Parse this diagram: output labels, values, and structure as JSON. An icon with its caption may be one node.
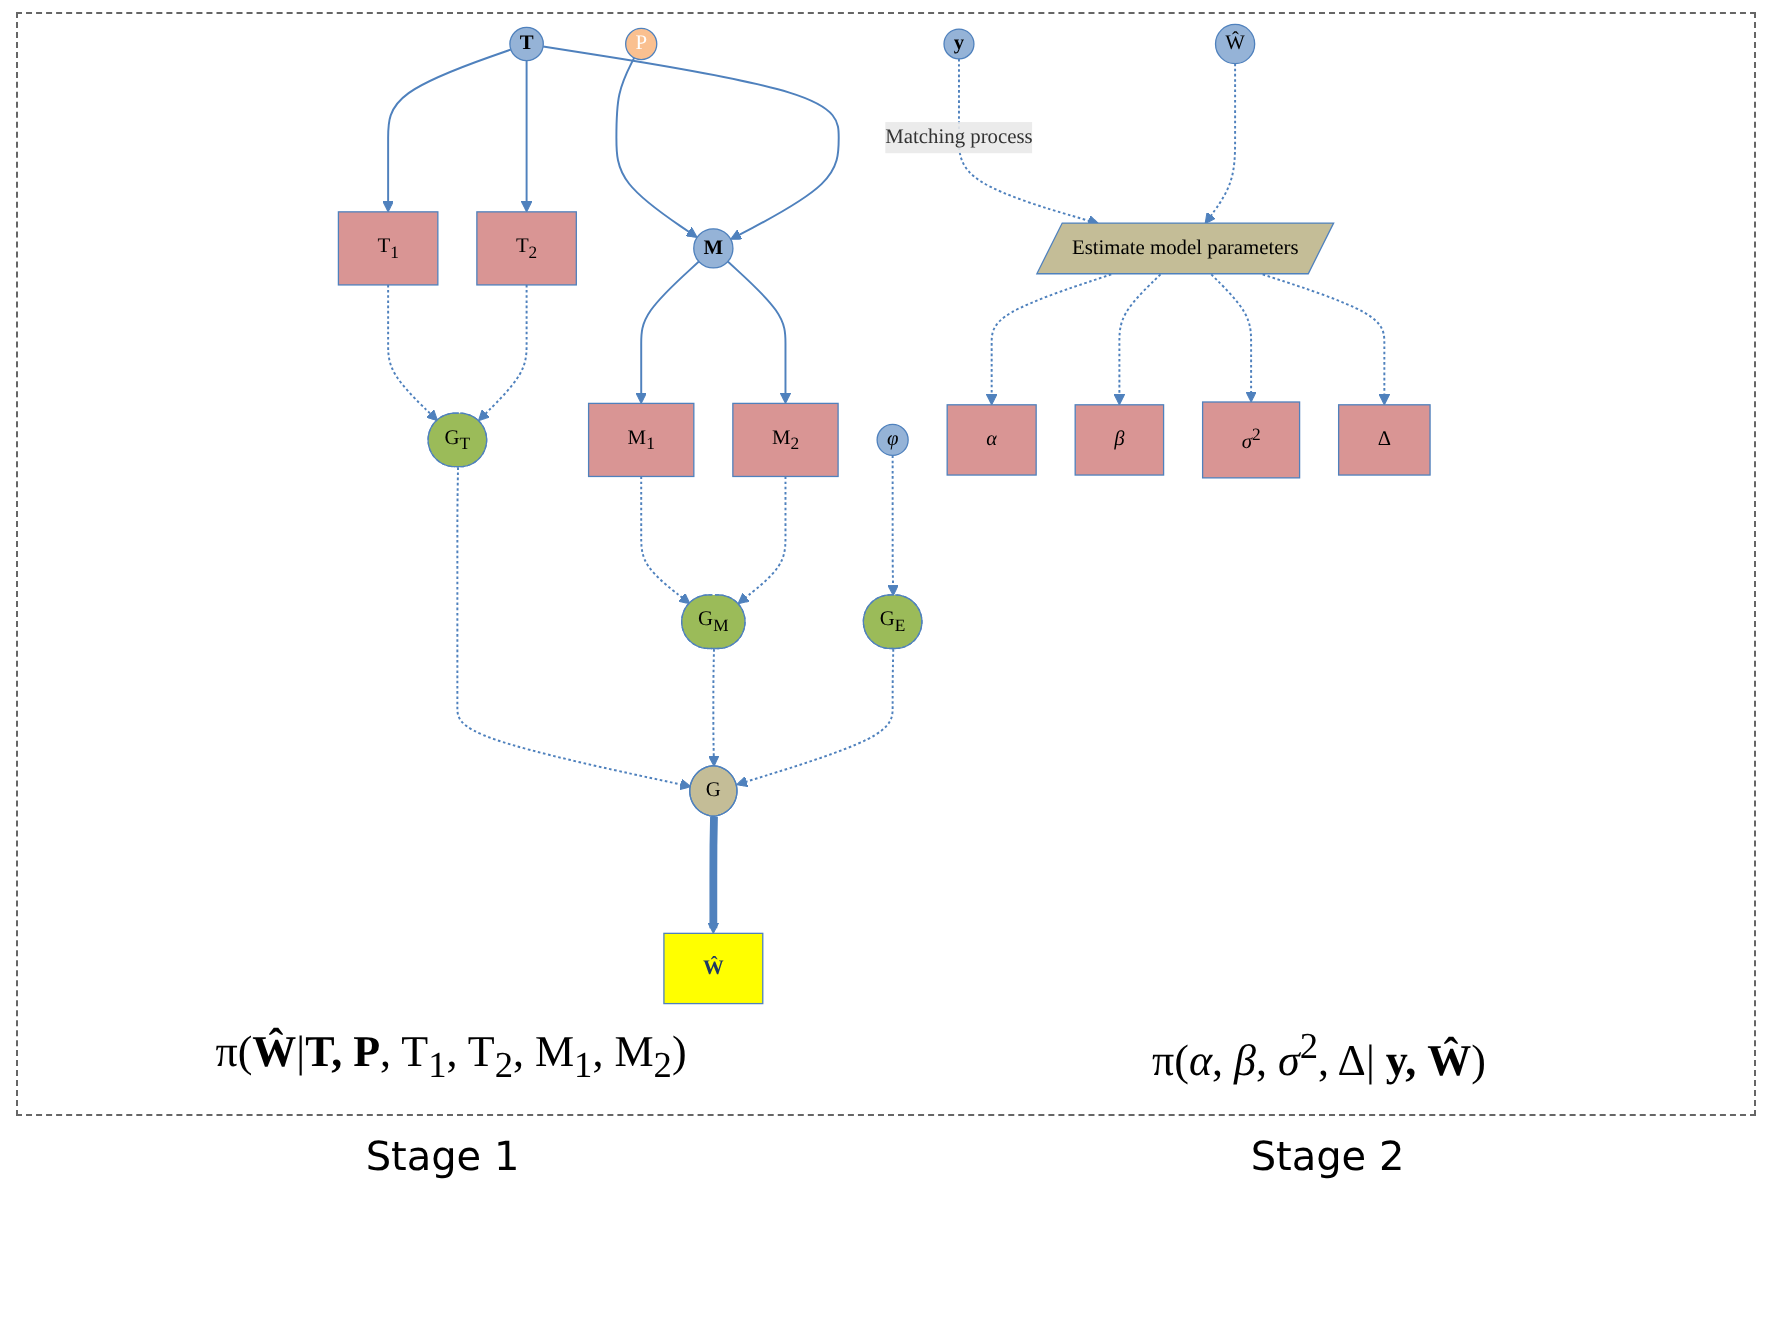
{
  "diagram": {
    "nodes": [
      {
        "text": [
          "P"
        ]
      },
      {
        "text": [
          "**T**"
        ]
      },
      {
        "text": [
          "**M**"
        ]
      },
      {
        "text": [
          "*φ*"
        ]
      },
      {
        "text": [
          "T$_{1}$"
        ]
      },
      {
        "text": [
          "T$_{2}$"
        ]
      },
      {
        "text": [
          "M$_{1}$"
        ]
      },
      {
        "text": [
          "M$_{2}$"
        ]
      },
      {
        "text": [
          "G$_{T}$"
        ]
      },
      {
        "text": [
          "G$_{M}$"
        ]
      },
      {
        "text": [
          "G$_{E}$"
        ]
      },
      {
        "text": [
          "G"
        ]
      },
      {
        "text": [
          "**Ŵ**"
        ]
      },
      {
        "text": [
          "**y**"
        ]
      },
      {
        "text": [
          "Ŵ"
        ]
      },
      {
        "text": [
          "Estimate model parameters"
        ]
      },
      {
        "text": [
          "*α*"
        ]
      },
      {
        "text": [
          "*β*"
        ]
      },
      {
        "text": [
          "*σ*$^{2}$"
        ]
      },
      {
        "text": [
          "Δ"
        ]
      }
    ],
    "edges": [
      {
        "from": 0,
        "to": 2,
        "arrow": "to"
      },
      {
        "from": 1,
        "to": 2,
        "arrow": "to"
      },
      {
        "from": 1,
        "to": 4,
        "arrow": "to"
      },
      {
        "from": 1,
        "to": 5,
        "arrow": "to"
      },
      {
        "from": 2,
        "to": 6,
        "arrow": "to"
      },
      {
        "from": 2,
        "to": 7,
        "arrow": "to"
      },
      {
        "from": 4,
        "to": 8,
        "arrow": "to",
        "style": "dashed"
      },
      {
        "from": 5,
        "to": 8,
        "arrow": "to",
        "style": "dashed"
      },
      {
        "from": 6,
        "to": 9,
        "arrow": "to",
        "style": "dashed"
      },
      {
        "from": 7,
        "to": 9,
        "arrow": "to",
        "style": "dashed"
      },
      {
        "from": 3,
        "to": 10,
        "arrow": "to",
        "style": "dashed"
      },
      {
        "from": 8,
        "to": 11,
        "arrow": "to",
        "style": "dashed"
      },
      {
        "from": 9,
        "to": 11,
        "arrow": "to",
        "style": "dashed"
      },
      {
        "from": 10,
        "to": 11,
        "arrow": "to",
        "style": "dashed"
      },
      {
        "from": 11,
        "to": 12,
        "arrow": "to",
        "style": "thick"
      },
      {
        "from": 13,
        "to": 15,
        "arrow": "to",
        "style": "dashed",
        "label": "Matching process"
      },
      {
        "from": 14,
        "to": 15,
        "arrow": "to",
        "style": "dashed"
      },
      {
        "from": 15,
        "to": 16,
        "arrow": "to",
        "style": "dashed"
      },
      {
        "from": 15,
        "to": 17,
        "arrow": "to",
        "style": "dashed"
      },
      {
        "from": 15,
        "to": 18,
        "arrow": "to",
        "style": "dashed"
      },
      {
        "from": 15,
        "to": 19,
        "arrow": "to",
        "style": "dashed"
      }
    ],
    "labels": [
      "π(**Ŵ**|**T, P**, T$_{1}$, T$_{2}$, M$_{1}$, M$_{2}$)",
      "π(*α*, *β*, *σ*$^{2}$, Δ| **y, Ŵ**)",
      "Stage 1",
      "Stage 2"
    ]
  }
}
